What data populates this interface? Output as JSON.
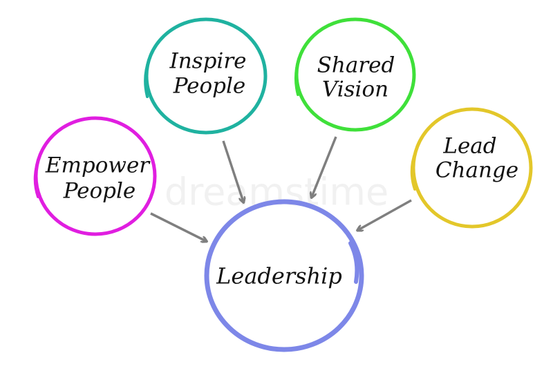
{
  "watermark": "dreamstime",
  "arrow_color": "#7f7f7f",
  "nodes": {
    "empower": {
      "line1": "Empower",
      "line2": "People",
      "color": "#e01ee0"
    },
    "inspire": {
      "line1": "Inspire",
      "line2": "People",
      "color": "#1fb2a0"
    },
    "shared": {
      "line1": "Shared",
      "line2": "Vision",
      "color": "#3fe03a"
    },
    "lead": {
      "line1": "Lead",
      "line2": "Change",
      "color": "#e3c72a"
    },
    "leadership": {
      "label": "Leadership",
      "color": "#7d87e8"
    }
  }
}
